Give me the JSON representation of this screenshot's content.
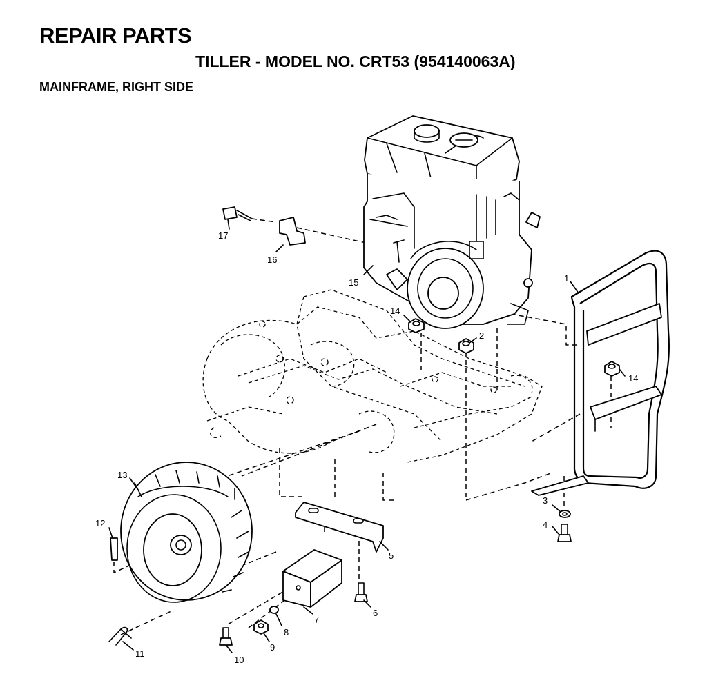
{
  "header": {
    "title": "REPAIR PARTS",
    "subtitle": "TILLER - MODEL NO. CRT53 (954140063A)",
    "section": "MAINFRAME, RIGHT SIDE"
  },
  "callouts": {
    "c1": "1",
    "c2": "2",
    "c3": "3",
    "c4": "4",
    "c5": "5",
    "c6": "6",
    "c7": "7",
    "c8": "8",
    "c9": "9",
    "c10": "10",
    "c11": "11",
    "c12": "12",
    "c13": "13",
    "c14a": "14",
    "c14b": "14",
    "c15": "15",
    "c16": "16",
    "c17": "17"
  }
}
